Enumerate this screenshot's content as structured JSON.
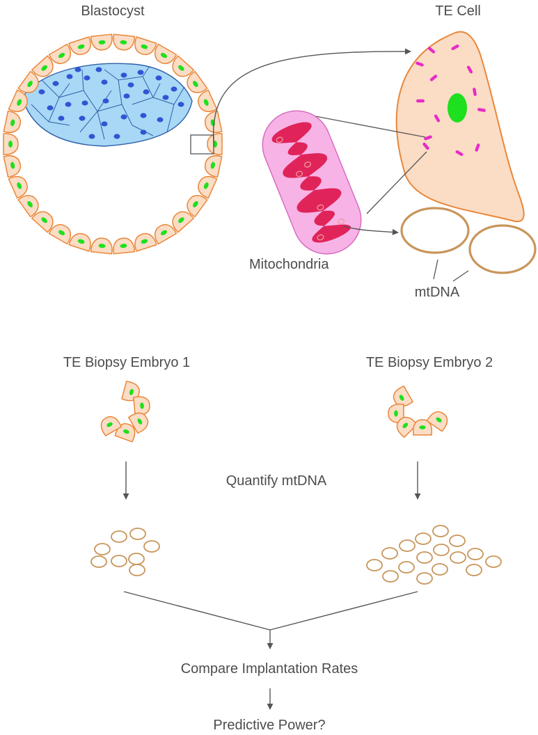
{
  "labels": {
    "blastocyst": "Blastocyst",
    "te_cell": "TE Cell",
    "mitochondria": "Mitochondria",
    "mtdna": "mtDNA",
    "biopsy1": "TE Biopsy Embryo 1",
    "biopsy2": "TE Biopsy Embryo 2",
    "quantify": "Quantify mtDNA",
    "compare": "Compare Implantation Rates",
    "predictive": "Predictive Power?"
  },
  "colors": {
    "cell_fill": "#fbdcc4",
    "cell_stroke": "#e8873a",
    "nucleus": "#1ee01e",
    "icm_fill": "#a8d8f5",
    "icm_stroke": "#2e5fa8",
    "icm_nucleus": "#2f55d4",
    "mito_outer": "#f7b3e6",
    "mito_outer_stroke": "#d86bc0",
    "mito_inner": "#e0245a",
    "mito_dot": "#f19a9a",
    "mito_particle": "#e62cc8",
    "mtdna_ring": "#c8955a",
    "line": "#555555"
  },
  "counts": {
    "embryo1_mtdna": 8,
    "embryo2_mtdna": 16
  }
}
